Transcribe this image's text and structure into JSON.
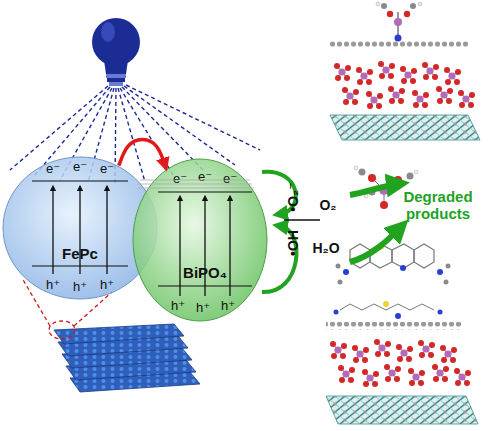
{
  "diagram": {
    "nodes": [
      {
        "text": [
          "e⁻",
          "e⁻",
          "e⁻",
          "h⁺",
          "h⁺",
          "h⁺",
          "FePc"
        ]
      },
      {
        "text": [
          "e⁻",
          "e⁻",
          "e⁻",
          "h⁺",
          "h⁺",
          "h⁺",
          "BiPO₄"
        ]
      }
    ],
    "edges": [
      {
        "from": 0,
        "to": 1,
        "arrow": "to"
      }
    ],
    "labels": [
      "•OH",
      "•O₂⁻",
      "O₂",
      "H₂O",
      "Degraded products"
    ]
  }
}
